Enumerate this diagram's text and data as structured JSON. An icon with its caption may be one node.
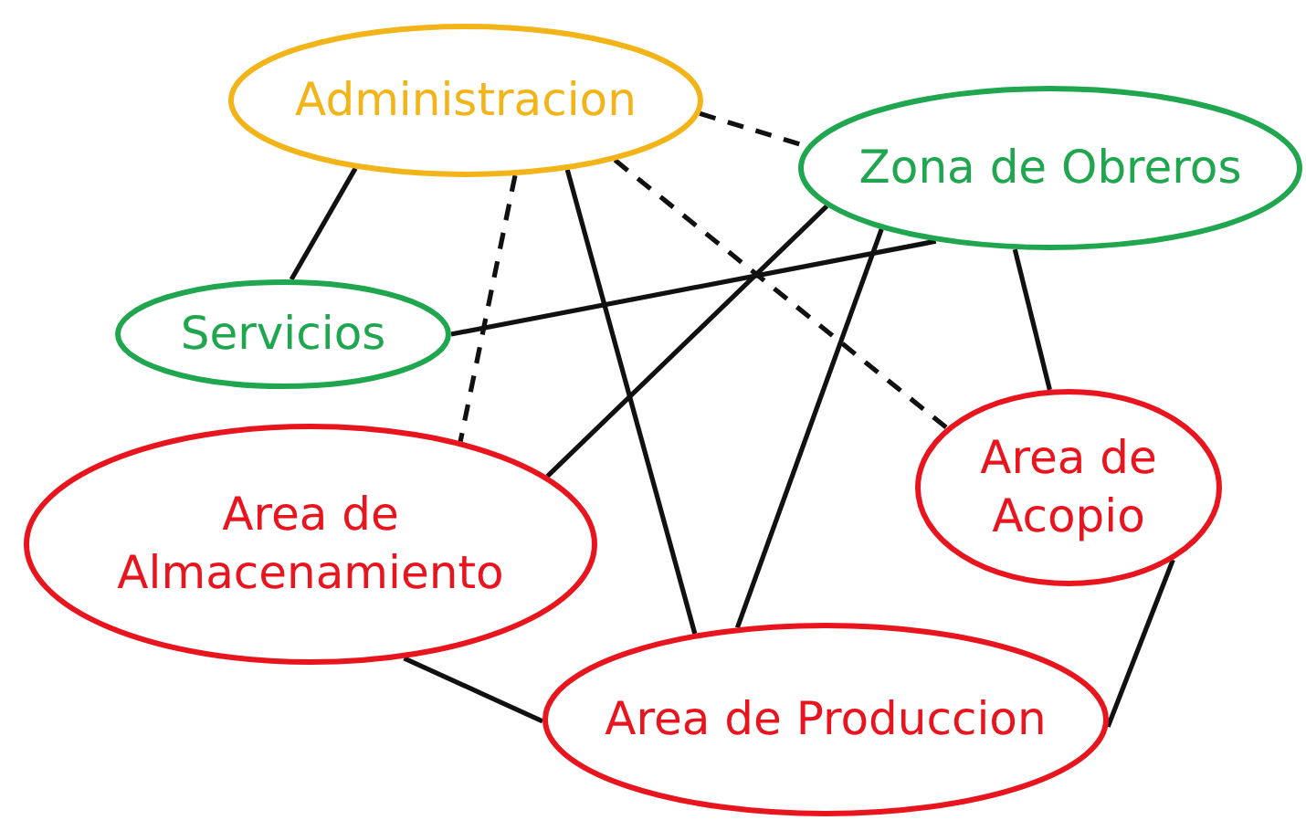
{
  "diagram": {
    "nodes": [
      {
        "text": [
          "Administracion"
        ]
      },
      {
        "text": [
          "Zona de Obreros"
        ]
      },
      {
        "text": [
          "Servicios"
        ]
      },
      {
        "text": [
          "Area de Almacenamiento"
        ]
      },
      {
        "text": [
          "Area de Acopio"
        ]
      },
      {
        "text": [
          "Area de Produccion"
        ]
      }
    ],
    "edges": [
      {
        "from": 0,
        "to": 1,
        "arrow": "none",
        "style": "dashed"
      },
      {
        "from": 0,
        "to": 2,
        "arrow": "none"
      },
      {
        "from": 0,
        "to": 3,
        "arrow": "none",
        "style": "dashed"
      },
      {
        "from": 0,
        "to": 5,
        "arrow": "none"
      },
      {
        "from": 0,
        "to": 4,
        "arrow": "none",
        "style": "dashed"
      },
      {
        "from": 1,
        "to": 3,
        "arrow": "none"
      },
      {
        "from": 1,
        "to": 2,
        "arrow": "none"
      },
      {
        "from": 1,
        "to": 5,
        "arrow": "none"
      },
      {
        "from": 1,
        "to": 4,
        "arrow": "none"
      },
      {
        "from": 3,
        "to": 5,
        "arrow": "none"
      },
      {
        "from": 4,
        "to": 5,
        "arrow": "none"
      }
    ]
  }
}
